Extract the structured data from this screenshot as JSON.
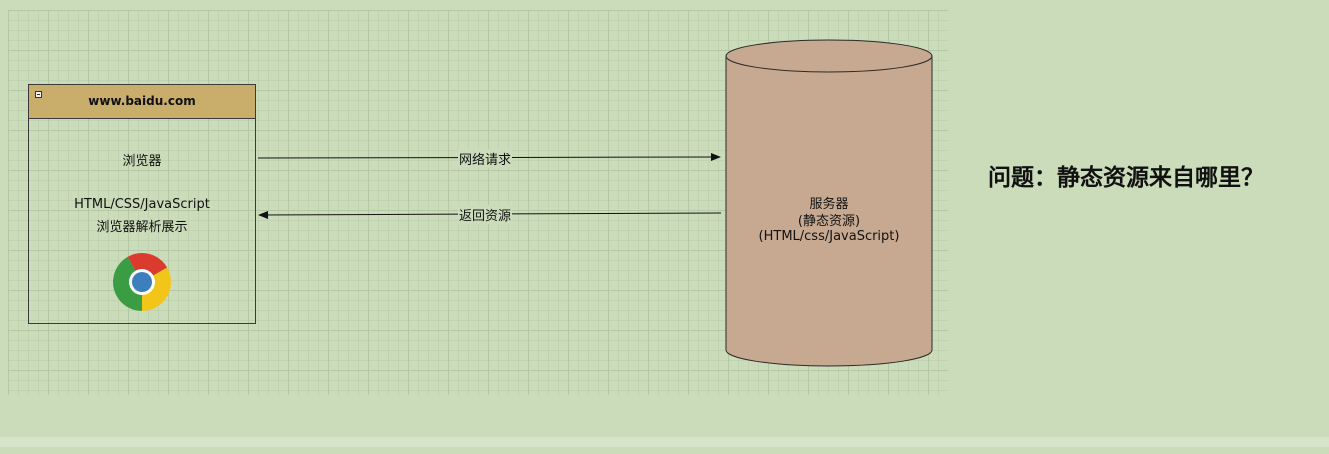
{
  "browser": {
    "title": "www.baidu.com",
    "label": "浏览器",
    "tech": "HTML/CSS/JavaScript",
    "description": "浏览器解析展示",
    "icon": "chrome-logo-icon"
  },
  "arrows": {
    "request_label": "网络请求",
    "response_label": "返回资源"
  },
  "server": {
    "name": "服务器",
    "static_label": "(静态资源)",
    "tech": "(HTML/css/JavaScript)",
    "fill": "#c7a991"
  },
  "question": "问题：静态资源来自哪里？",
  "colors": {
    "background": "#cbdcbb",
    "browser_header": "#c9ae6b",
    "server_fill": "#c7a991"
  }
}
